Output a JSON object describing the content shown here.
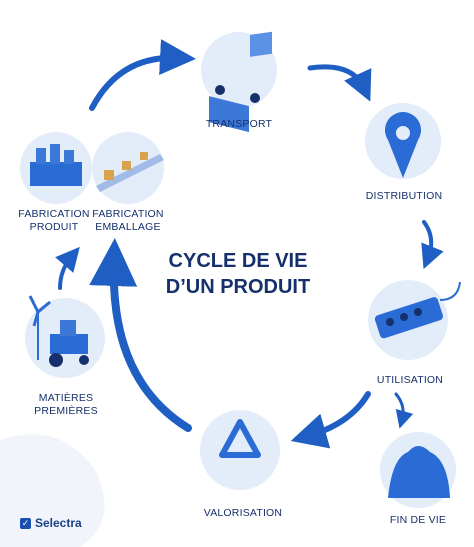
{
  "title": "CYCLE DE VIE\nD’UN PRODUIT",
  "brand": "Selectra",
  "stages": {
    "transport": "TRANSPORT",
    "distribution": "DISTRIBUTION",
    "utilisation": "UTILISATION",
    "fin_de_vie": "FIN DE VIE",
    "valorisation": "VALORISATION",
    "matieres": "MATIÈRES\nPREMIÈRES",
    "fab_produit": "FABRICATION\nPRODUIT",
    "fab_emballage": "FABRICATION\nEMBALLAGE"
  },
  "colors": {
    "arrow": "#1f5fc4",
    "circle": "#e3ecf9",
    "text": "#15306b",
    "accent": "#2a6bd6"
  }
}
